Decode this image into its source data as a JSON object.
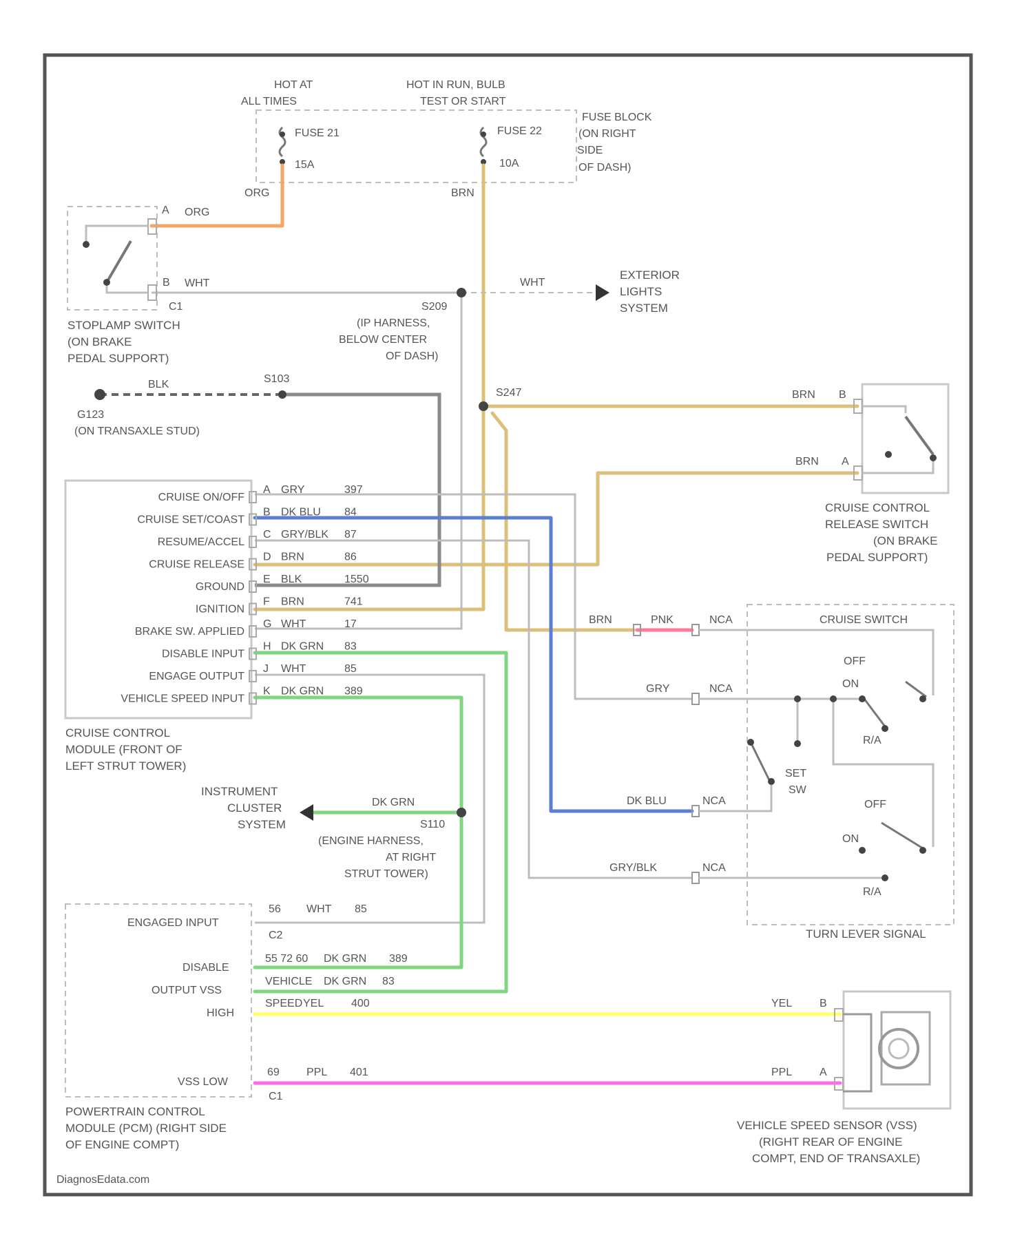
{
  "colors": {
    "org": "#f5a565",
    "brn": "#dcc07a",
    "blu": "#5a7fd4",
    "grn": "#7fd67f",
    "yel": "#ffff66",
    "ppl": "#ff6be6",
    "pnk": "#ff7a9a",
    "gry": "#bdbdbd",
    "gry_dark": "#8a8a8a",
    "frame": "#555555"
  },
  "power": {
    "hot_at_all_times_1": "HOT AT",
    "hot_at_all_times_2": "ALL TIMES",
    "hot_in_run_1": "HOT IN RUN, BULB",
    "hot_in_run_2": "TEST OR START",
    "fuse_a": "FUSE 21",
    "fuse_a_amp": "15A",
    "fuse_b": "FUSE 22",
    "fuse_b_amp": "10A",
    "fuse_block_1": "FUSE BLOCK",
    "fuse_block_2": "(ON RIGHT",
    "fuse_block_3": "SIDE",
    "fuse_block_4": "OF DASH)",
    "wire_org": "ORG",
    "wire_brn": "BRN"
  },
  "stoplamp": {
    "pin_a": "A",
    "pin_b": "B",
    "wire_a": "ORG",
    "wire_b": "WHT",
    "conn": "C1",
    "label_1": "STOPLAMP SWITCH",
    "label_2": "(ON BRAKE",
    "label_3": "PEDAL SUPPORT)"
  },
  "splice_s209": {
    "id": "S209",
    "desc_1": "(IP HARNESS,",
    "desc_2": "BELOW CENTER",
    "desc_3": "OF DASH)",
    "wire": "WHT"
  },
  "exterior_lights": {
    "line1": "EXTERIOR",
    "line2": "LIGHTS",
    "line3": "SYSTEM"
  },
  "ground": {
    "wire": "BLK",
    "splice": "S103",
    "gnd_id": "G123",
    "gnd_desc": "(ON TRANSAXLE STUD)"
  },
  "splice_s247": {
    "id": "S247"
  },
  "release_switch": {
    "wire_b": "BRN",
    "pin_b": "B",
    "wire_a": "BRN",
    "pin_a": "A",
    "label_1": "CRUISE CONTROL",
    "label_2": "RELEASE SWITCH",
    "label_3": "(ON BRAKE",
    "label_4": "PEDAL SUPPORT)"
  },
  "ccm": {
    "pins": [
      {
        "name": "CRUISE ON/OFF",
        "pin": "A",
        "wire": "GRY",
        "circuit": "397"
      },
      {
        "name": "CRUISE SET/COAST",
        "pin": "B",
        "wire": "DK BLU",
        "circuit": "84"
      },
      {
        "name": "RESUME/ACCEL",
        "pin": "C",
        "wire": "GRY/BLK",
        "circuit": "87"
      },
      {
        "name": "CRUISE RELEASE",
        "pin": "D",
        "wire": "BRN",
        "circuit": "86"
      },
      {
        "name": "GROUND",
        "pin": "E",
        "wire": "BLK",
        "circuit": "1550"
      },
      {
        "name": "IGNITION",
        "pin": "F",
        "wire": "BRN",
        "circuit": "741"
      },
      {
        "name": "BRAKE SW. APPLIED",
        "pin": "G",
        "wire": "WHT",
        "circuit": "17"
      },
      {
        "name": "DISABLE INPUT",
        "pin": "H",
        "wire": "DK GRN",
        "circuit": "83"
      },
      {
        "name": "ENGAGE OUTPUT",
        "pin": "J",
        "wire": "WHT",
        "circuit": "85"
      },
      {
        "name": "VEHICLE SPEED INPUT",
        "pin": "K",
        "wire": "DK GRN",
        "circuit": "389"
      }
    ],
    "label_1": "CRUISE CONTROL",
    "label_2": "MODULE (FRONT OF",
    "label_3": "LEFT STRUT TOWER)"
  },
  "cruise_switch": {
    "title": "CRUISE SWITCH",
    "wire_brn": "BRN",
    "wire_pnk": "PNK",
    "nca": "NCA",
    "wire_gry": "GRY",
    "wire_dkblu": "DK BLU",
    "wire_grybk": "GRY/BLK",
    "off_1": "OFF",
    "on_1": "ON",
    "rlx_1": "R/A",
    "set_1": "SET",
    "set_2": "SW",
    "off_2": "OFF",
    "on_2": "ON",
    "rlx_2": "R/A",
    "label": "TURN LEVER SIGNAL"
  },
  "instrument_cluster": {
    "line1": "INSTRUMENT",
    "line2": "CLUSTER",
    "line3": "SYSTEM",
    "wire": "DK GRN"
  },
  "splice_s110": {
    "id": "S110",
    "desc_1": "(ENGINE HARNESS,",
    "desc_2": "AT RIGHT",
    "desc_3": "STRUT TOWER)"
  },
  "pcm": {
    "engaged_input": "ENGAGED INPUT",
    "pin_engaged": "56",
    "wire_engaged": "WHT",
    "circuit_engaged": "85",
    "conn_c2": "C2",
    "disable": "DISABLE",
    "output_vss": "OUTPUT VSS",
    "high": "HIGH",
    "pin_disable": "55 72 60",
    "wire_disable": "DK GRN",
    "circuit_disable": "389",
    "pin_output": "VEHICLE",
    "wire_output": "DK GRN",
    "circuit_output": "83",
    "pin_high": "SPEED",
    "wire_high": "YEL",
    "circuit_high": "400",
    "vss_low": "VSS LOW",
    "pin_low": "69",
    "wire_low": "PPL",
    "circuit_low": "401",
    "conn_c1": "C1",
    "label_1": "POWERTRAIN CONTROL",
    "label_2": "MODULE (PCM) (RIGHT SIDE",
    "label_3": "OF ENGINE COMPT)"
  },
  "vss": {
    "wire_b": "YEL",
    "pin_b": "B",
    "wire_a": "PPL",
    "pin_a": "A",
    "label_1": "VEHICLE SPEED SENSOR (VSS)",
    "label_2": "(RIGHT REAR OF ENGINE",
    "label_3": "COMPT, END OF TRANSAXLE)"
  },
  "watermark": "DiagnosEdata.com"
}
